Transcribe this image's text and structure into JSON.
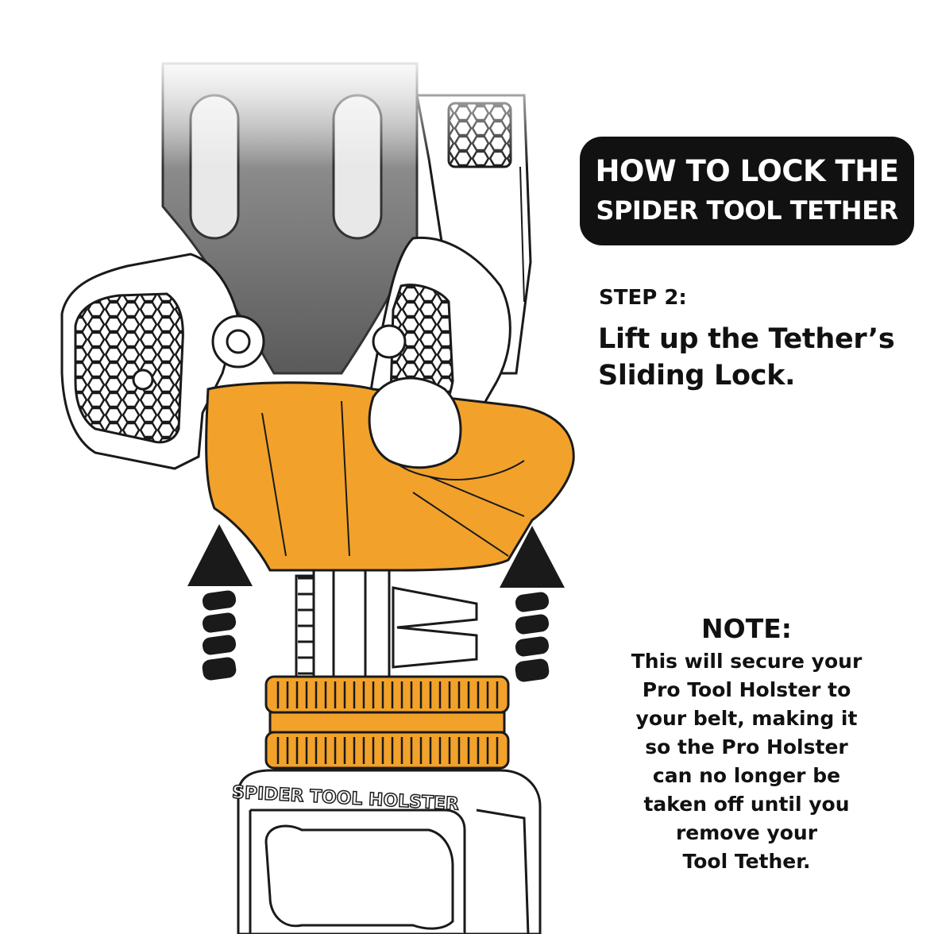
{
  "heading": {
    "line1": "HOW TO LOCK THE",
    "line2": "SPIDER TOOL TETHER"
  },
  "step": {
    "label": "STEP 2:",
    "lines": [
      "Lift up the Tether’s",
      "Sliding Lock."
    ]
  },
  "note": {
    "title": "NOTE:",
    "lines": [
      "This will secure your",
      "Pro Tool Holster to",
      "your belt, making it",
      "so the Pro Holster",
      "can no longer be",
      "taken off until you",
      "remove your",
      "Tool Tether."
    ]
  },
  "product_label": "SPIDER TOOL HOLSTER",
  "colors": {
    "accent_orange": "#F2A22A",
    "title_box": "#111111",
    "outline": "#1a1a1a"
  }
}
